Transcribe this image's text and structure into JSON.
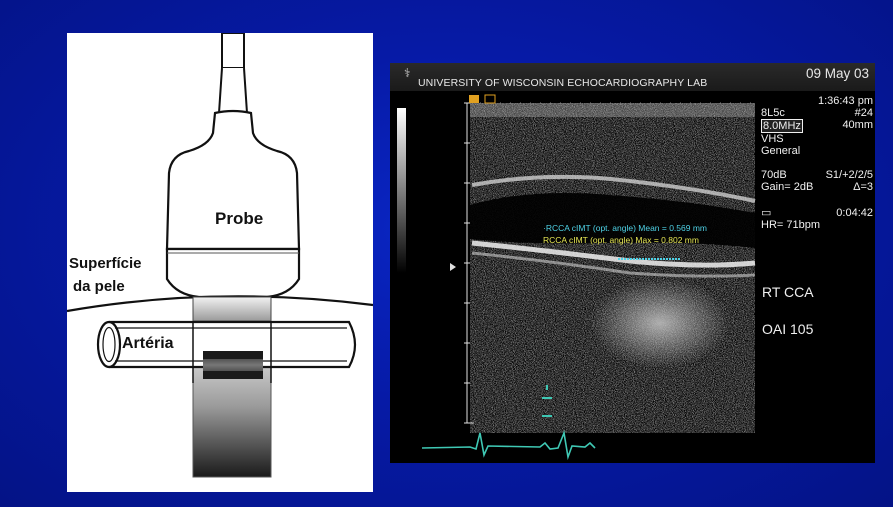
{
  "diagram": {
    "probe_label": "Probe",
    "skin_label_line1": "Superfície",
    "skin_label_line2": "da pele",
    "artery_label": "Artéria"
  },
  "ultrasound": {
    "lab_name": "UNIVERSITY OF WISCONSIN  ECHOCARDIOGRAPHY LAB",
    "date": "09 May 03",
    "time": "1:36:43 pm",
    "transducer": "8L5c",
    "frame": "#24",
    "frequency": "8.0MHz",
    "depth": "40mm",
    "mode1": "VHS",
    "mode2": "General",
    "dynamic_range": "70dB",
    "settings": "S1/+2/2/5",
    "gain_label": "Gain=",
    "gain": "2dB",
    "delta": "Δ=3",
    "timer": "0:04:42",
    "heart_rate": "HR= 71bpm",
    "view": "RT CCA",
    "study_id": "OAI 105",
    "measurement_mean": "·RCCA cIMT (opt. angle) Mean = 0.569 mm",
    "measurement_max": "RCCA cIMT (opt. angle) Max = 0.802 mm",
    "colors": {
      "mean_text": "#4fd2e6",
      "max_text": "#e8e855",
      "ecg": "#3fc8b4",
      "background": "#061aa6"
    }
  }
}
